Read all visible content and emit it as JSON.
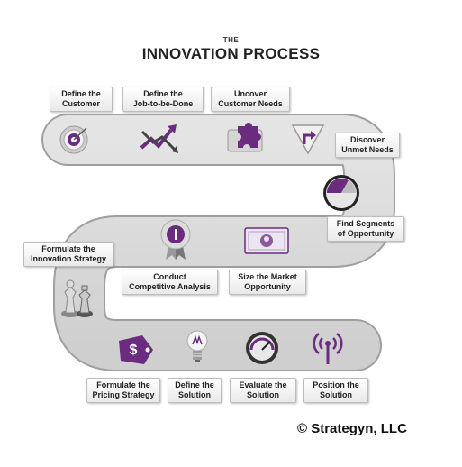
{
  "title": {
    "small": "THE",
    "main": "INNOVATION PROCESS"
  },
  "steps": [
    {
      "line1": "Define the",
      "line2": "Customer",
      "icon": "target-icon"
    },
    {
      "line1": "Define the",
      "line2": "Job-to-be-Done",
      "icon": "arrow-chart-icon"
    },
    {
      "line1": "Uncover",
      "line2": "Customer Needs",
      "icon": "puzzle-icon"
    },
    {
      "line1": "Discover",
      "line2": "Unmet Needs",
      "icon": "turn-sign-icon"
    },
    {
      "line1": "Find Segments",
      "line2": "of Opportunity",
      "icon": "pie-icon"
    },
    {
      "line1": "Size the Market",
      "line2": "Opportunity",
      "icon": "banknote-icon"
    },
    {
      "line1": "Conduct",
      "line2": "Competitive Analysis",
      "icon": "ribbon-icon"
    },
    {
      "line1": "Formulate the",
      "line2": "Innovation Strategy",
      "icon": "chess-icon"
    },
    {
      "line1": "Formulate the",
      "line2": "Pricing Strategy",
      "icon": "price-tag-icon"
    },
    {
      "line1": "Define the",
      "line2": "Solution",
      "icon": "lightbulb-icon"
    },
    {
      "line1": "Evaluate the",
      "line2": "Solution",
      "icon": "gauge-icon"
    },
    {
      "line1": "Position the",
      "line2": "Solution",
      "icon": "broadcast-icon"
    }
  ],
  "copyright": "© Strategyn, LLC",
  "colors": {
    "accent": "#6b2c80",
    "road": "#d9d9d9",
    "road_edge": "#a9a9a9"
  }
}
